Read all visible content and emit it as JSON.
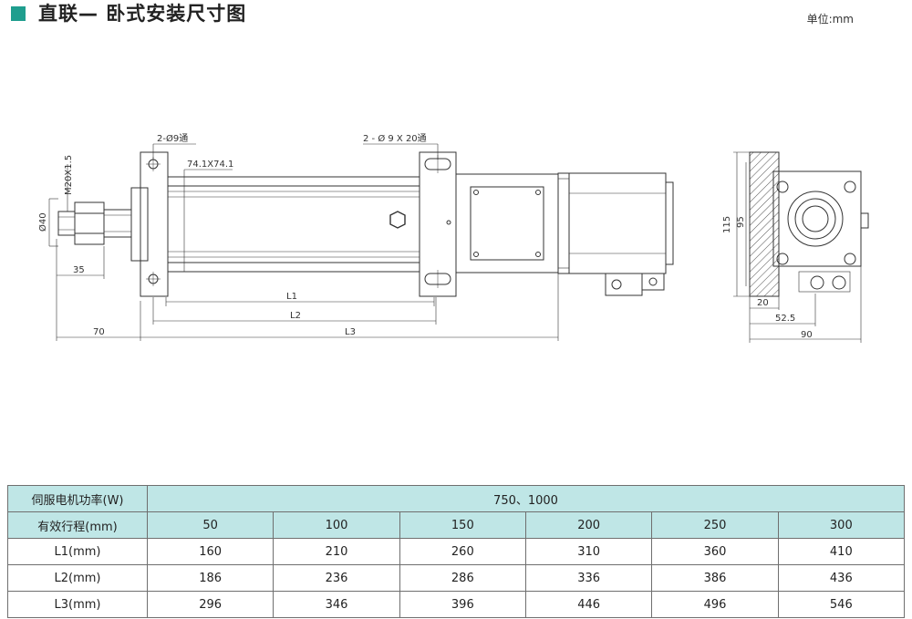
{
  "header": {
    "title": "直联— 卧式安装尺寸图",
    "unit": "单位:mm",
    "accent_color": "#1f9e8e"
  },
  "drawing": {
    "labels": {
      "holes_left": "2-Ø9通",
      "holes_right": "2 - Ø  9 X 20通",
      "flange": "74.1X74.1",
      "thread": "M20X1.5",
      "rod_dia": "Ø40",
      "rod_len": "35",
      "ext_len": "70",
      "l1": "L1",
      "l2": "L2",
      "l3": "L3",
      "side_h1": "115",
      "side_h2": "95",
      "side_w1": "20",
      "side_w2": "52.5",
      "side_w3": "90"
    }
  },
  "table": {
    "header_color": "#bfe6e6",
    "power": {
      "label": "伺服电机功率(W)",
      "value": "750、1000"
    },
    "stroke": {
      "label": "有效行程(mm)",
      "values": [
        "50",
        "100",
        "150",
        "200",
        "250",
        "300"
      ]
    },
    "rows": [
      {
        "label": "L1(mm)",
        "values": [
          "160",
          "210",
          "260",
          "310",
          "360",
          "410"
        ]
      },
      {
        "label": "L2(mm)",
        "values": [
          "186",
          "236",
          "286",
          "336",
          "386",
          "436"
        ]
      },
      {
        "label": "L3(mm)",
        "values": [
          "296",
          "346",
          "396",
          "446",
          "496",
          "546"
        ]
      }
    ]
  }
}
